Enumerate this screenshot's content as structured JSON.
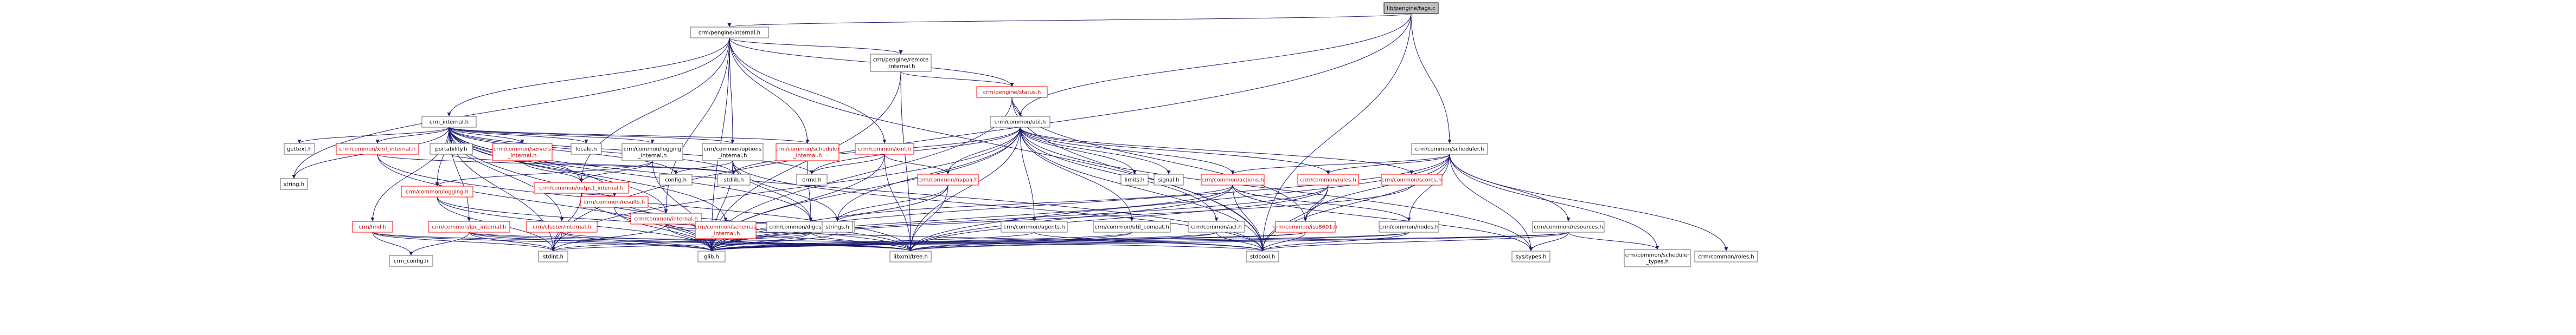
{
  "diagram": {
    "nodes": [
      {
        "id": "n0",
        "label": "lib/pengine/tags.c",
        "style": "root"
      },
      {
        "id": "n1",
        "label": "crm/pengine/internal.h",
        "style": "normal"
      },
      {
        "id": "n2",
        "label": "crm_internal.h",
        "style": "normal"
      },
      {
        "id": "n3",
        "label": "crm/pengine/remote\n_internal.h",
        "style": "normal"
      },
      {
        "id": "n4",
        "label": "crm/pengine/status.h",
        "style": "link"
      },
      {
        "id": "n5",
        "label": "crm/common/util.h",
        "style": "normal"
      },
      {
        "id": "n6",
        "label": "crm/common/scheduler.h",
        "style": "normal"
      },
      {
        "id": "n7",
        "label": "gettext.h",
        "style": "normal"
      },
      {
        "id": "n8",
        "label": "crm/common/xml_internal.h",
        "style": "link"
      },
      {
        "id": "n9",
        "label": "portability.h",
        "style": "normal"
      },
      {
        "id": "n10",
        "label": "crm/common/servers\n_internal.h",
        "style": "link"
      },
      {
        "id": "n11",
        "label": "locale.h",
        "style": "normal"
      },
      {
        "id": "n12",
        "label": "crm/common/logging\n_internal.h",
        "style": "normal"
      },
      {
        "id": "n13",
        "label": "crm/common/options\n_internal.h",
        "style": "normal"
      },
      {
        "id": "n14",
        "label": "crm/common/scheduler\n_internal.h",
        "style": "link"
      },
      {
        "id": "n15",
        "label": "crm/common/xml.h",
        "style": "link"
      },
      {
        "id": "n16",
        "label": "string.h",
        "style": "normal"
      },
      {
        "id": "n17",
        "label": "crm/lmd.h",
        "style": "link"
      },
      {
        "id": "n18",
        "label": "crm/common/logging.h",
        "style": "link"
      },
      {
        "id": "n19",
        "label": "crm/common/output_internal.h",
        "style": "link"
      },
      {
        "id": "n20",
        "label": "config.h",
        "style": "normal"
      },
      {
        "id": "n21",
        "label": "stdlib.h",
        "style": "normal"
      },
      {
        "id": "n22",
        "label": "errno.h",
        "style": "normal"
      },
      {
        "id": "n23",
        "label": "crm/common/internal.h",
        "style": "link"
      },
      {
        "id": "n24",
        "label": "crm/common/ipc_internal.h",
        "style": "link"
      },
      {
        "id": "n25",
        "label": "crm/cluster/internal.h",
        "style": "link"
      },
      {
        "id": "n26",
        "label": "crm/common/results.h",
        "style": "link"
      },
      {
        "id": "n27",
        "label": "crm/common/schemas\n_internal.h",
        "style": "link"
      },
      {
        "id": "n28",
        "label": "crm/common/digest_internal.h",
        "style": "normal"
      },
      {
        "id": "n29",
        "label": "crm/common/nvpair.h",
        "style": "link"
      },
      {
        "id": "n30",
        "label": "strings.h",
        "style": "normal"
      },
      {
        "id": "n31",
        "label": "crm/common/agents.h",
        "style": "normal"
      },
      {
        "id": "n32",
        "label": "crm/common/util_compat.h",
        "style": "normal"
      },
      {
        "id": "n33",
        "label": "crm/common/acl.h",
        "style": "normal"
      },
      {
        "id": "n34",
        "label": "limits.h",
        "style": "normal"
      },
      {
        "id": "n35",
        "label": "signal.h",
        "style": "normal"
      },
      {
        "id": "n36",
        "label": "crm/common/actions.h",
        "style": "link"
      },
      {
        "id": "n37",
        "label": "crm/common/rules.h",
        "style": "link"
      },
      {
        "id": "n38",
        "label": "crm/common/scores.h",
        "style": "link"
      },
      {
        "id": "n39",
        "label": "crm/common/iso8601.h",
        "style": "link"
      },
      {
        "id": "n40",
        "label": "crm/common/nodes.h",
        "style": "normal"
      },
      {
        "id": "n41",
        "label": "crm/common/resources.h",
        "style": "normal"
      },
      {
        "id": "n42",
        "label": "crm/common/roles.h",
        "style": "normal"
      },
      {
        "id": "n43",
        "label": "crm/common/scheduler\n_types.h",
        "style": "normal"
      },
      {
        "id": "n44",
        "label": "sys/types.h",
        "style": "normal"
      },
      {
        "id": "n45",
        "label": "crm_config.h",
        "style": "normal"
      },
      {
        "id": "n46",
        "label": "stdint.h",
        "style": "normal"
      },
      {
        "id": "n47",
        "label": "glib.h",
        "style": "normal"
      },
      {
        "id": "n48",
        "label": "libxml/tree.h",
        "style": "normal"
      },
      {
        "id": "n49",
        "label": "stdbool.h",
        "style": "normal"
      }
    ],
    "edges": [
      [
        "n0",
        "n1"
      ],
      [
        "n0",
        "n5"
      ],
      [
        "n0",
        "n6"
      ],
      [
        "n0",
        "n46"
      ],
      [
        "n0",
        "n49"
      ],
      [
        "n1",
        "n2"
      ],
      [
        "n1",
        "n3"
      ],
      [
        "n1",
        "n4"
      ],
      [
        "n1",
        "n13"
      ],
      [
        "n1",
        "n14"
      ],
      [
        "n1",
        "n15"
      ],
      [
        "n1",
        "n19"
      ],
      [
        "n1",
        "n23"
      ],
      [
        "n1",
        "n16"
      ],
      [
        "n1",
        "n47"
      ],
      [
        "n1",
        "n49"
      ],
      [
        "n2",
        "n7"
      ],
      [
        "n2",
        "n8"
      ],
      [
        "n2",
        "n9"
      ],
      [
        "n2",
        "n10"
      ],
      [
        "n2",
        "n11"
      ],
      [
        "n2",
        "n12"
      ],
      [
        "n2",
        "n13"
      ],
      [
        "n2",
        "n14"
      ],
      [
        "n2",
        "n16"
      ],
      [
        "n2",
        "n17"
      ],
      [
        "n2",
        "n18"
      ],
      [
        "n2",
        "n19"
      ],
      [
        "n2",
        "n20"
      ],
      [
        "n2",
        "n21"
      ],
      [
        "n2",
        "n22"
      ],
      [
        "n2",
        "n23"
      ],
      [
        "n2",
        "n24"
      ],
      [
        "n2",
        "n25"
      ],
      [
        "n2",
        "n26"
      ],
      [
        "n2",
        "n27"
      ],
      [
        "n2",
        "n28"
      ],
      [
        "n2",
        "n46"
      ],
      [
        "n2",
        "n47"
      ],
      [
        "n2",
        "n49"
      ],
      [
        "n3",
        "n4"
      ],
      [
        "n3",
        "n47"
      ],
      [
        "n3",
        "n48"
      ],
      [
        "n4",
        "n5"
      ],
      [
        "n4",
        "n39"
      ],
      [
        "n4",
        "n47"
      ],
      [
        "n4",
        "n49"
      ],
      [
        "n5",
        "n22"
      ],
      [
        "n5",
        "n29"
      ],
      [
        "n5",
        "n30"
      ],
      [
        "n5",
        "n31"
      ],
      [
        "n5",
        "n32"
      ],
      [
        "n5",
        "n33"
      ],
      [
        "n5",
        "n34"
      ],
      [
        "n5",
        "n35"
      ],
      [
        "n5",
        "n36"
      ],
      [
        "n5",
        "n37"
      ],
      [
        "n5",
        "n38"
      ],
      [
        "n5",
        "n21"
      ],
      [
        "n5",
        "n44"
      ],
      [
        "n5",
        "n46"
      ],
      [
        "n5",
        "n47"
      ],
      [
        "n5",
        "n48"
      ],
      [
        "n5",
        "n49"
      ],
      [
        "n6",
        "n36"
      ],
      [
        "n6",
        "n37"
      ],
      [
        "n6",
        "n39"
      ],
      [
        "n6",
        "n40"
      ],
      [
        "n6",
        "n41"
      ],
      [
        "n6",
        "n42"
      ],
      [
        "n6",
        "n43"
      ],
      [
        "n6",
        "n44"
      ],
      [
        "n6",
        "n49"
      ],
      [
        "n6",
        "n48"
      ],
      [
        "n6",
        "n47"
      ],
      [
        "n8",
        "n47"
      ],
      [
        "n8",
        "n48"
      ],
      [
        "n8",
        "n21"
      ],
      [
        "n9",
        "n21"
      ],
      [
        "n10",
        "n19"
      ],
      [
        "n12",
        "n18"
      ],
      [
        "n12",
        "n19"
      ],
      [
        "n12",
        "n47"
      ],
      [
        "n13",
        "n20"
      ],
      [
        "n13",
        "n28"
      ],
      [
        "n13",
        "n30"
      ],
      [
        "n13",
        "n47"
      ],
      [
        "n13",
        "n49"
      ],
      [
        "n14",
        "n28"
      ],
      [
        "n15",
        "n29"
      ],
      [
        "n15",
        "n22"
      ],
      [
        "n15",
        "n48"
      ],
      [
        "n15",
        "n47"
      ],
      [
        "n17",
        "n45"
      ],
      [
        "n17",
        "n46"
      ],
      [
        "n17",
        "n47"
      ],
      [
        "n17",
        "n48"
      ],
      [
        "n18",
        "n46"
      ],
      [
        "n18",
        "n47"
      ],
      [
        "n18",
        "n48"
      ],
      [
        "n19",
        "n26"
      ],
      [
        "n19",
        "n46"
      ],
      [
        "n19",
        "n47"
      ],
      [
        "n19",
        "n48"
      ],
      [
        "n23",
        "n26"
      ],
      [
        "n23",
        "n27"
      ],
      [
        "n23",
        "n28"
      ],
      [
        "n23",
        "n30"
      ],
      [
        "n23",
        "n46"
      ],
      [
        "n23",
        "n47"
      ],
      [
        "n23",
        "n48"
      ],
      [
        "n23",
        "n49"
      ],
      [
        "n24",
        "n45"
      ],
      [
        "n24",
        "n46"
      ],
      [
        "n24",
        "n47"
      ],
      [
        "n24",
        "n48"
      ],
      [
        "n24",
        "n49"
      ],
      [
        "n25",
        "n46"
      ],
      [
        "n25",
        "n47"
      ],
      [
        "n25",
        "n48"
      ],
      [
        "n26",
        "n47"
      ],
      [
        "n27",
        "n47"
      ],
      [
        "n27",
        "n48"
      ],
      [
        "n28",
        "n46"
      ],
      [
        "n28",
        "n47"
      ],
      [
        "n28",
        "n48"
      ],
      [
        "n29",
        "n47"
      ],
      [
        "n29",
        "n48"
      ],
      [
        "n29",
        "n30"
      ],
      [
        "n30",
        "n47"
      ],
      [
        "n31",
        "n49"
      ],
      [
        "n31",
        "n47"
      ],
      [
        "n32",
        "n47"
      ],
      [
        "n32",
        "n48"
      ],
      [
        "n33",
        "n47"
      ],
      [
        "n33",
        "n48"
      ],
      [
        "n33",
        "n49"
      ],
      [
        "n36",
        "n30"
      ],
      [
        "n36",
        "n40"
      ],
      [
        "n36",
        "n44"
      ],
      [
        "n36",
        "n47"
      ],
      [
        "n36",
        "n48"
      ],
      [
        "n36",
        "n49"
      ],
      [
        "n37",
        "n39"
      ],
      [
        "n37",
        "n47"
      ],
      [
        "n37",
        "n48"
      ],
      [
        "n37",
        "n49"
      ],
      [
        "n38",
        "n47"
      ],
      [
        "n39",
        "n47"
      ],
      [
        "n39",
        "n49"
      ],
      [
        "n39",
        "n46"
      ],
      [
        "n40",
        "n47"
      ],
      [
        "n40",
        "n48"
      ],
      [
        "n40",
        "n49"
      ],
      [
        "n41",
        "n43"
      ],
      [
        "n41",
        "n44"
      ],
      [
        "n41",
        "n47"
      ],
      [
        "n41",
        "n48"
      ],
      [
        "n41",
        "n49"
      ]
    ]
  }
}
